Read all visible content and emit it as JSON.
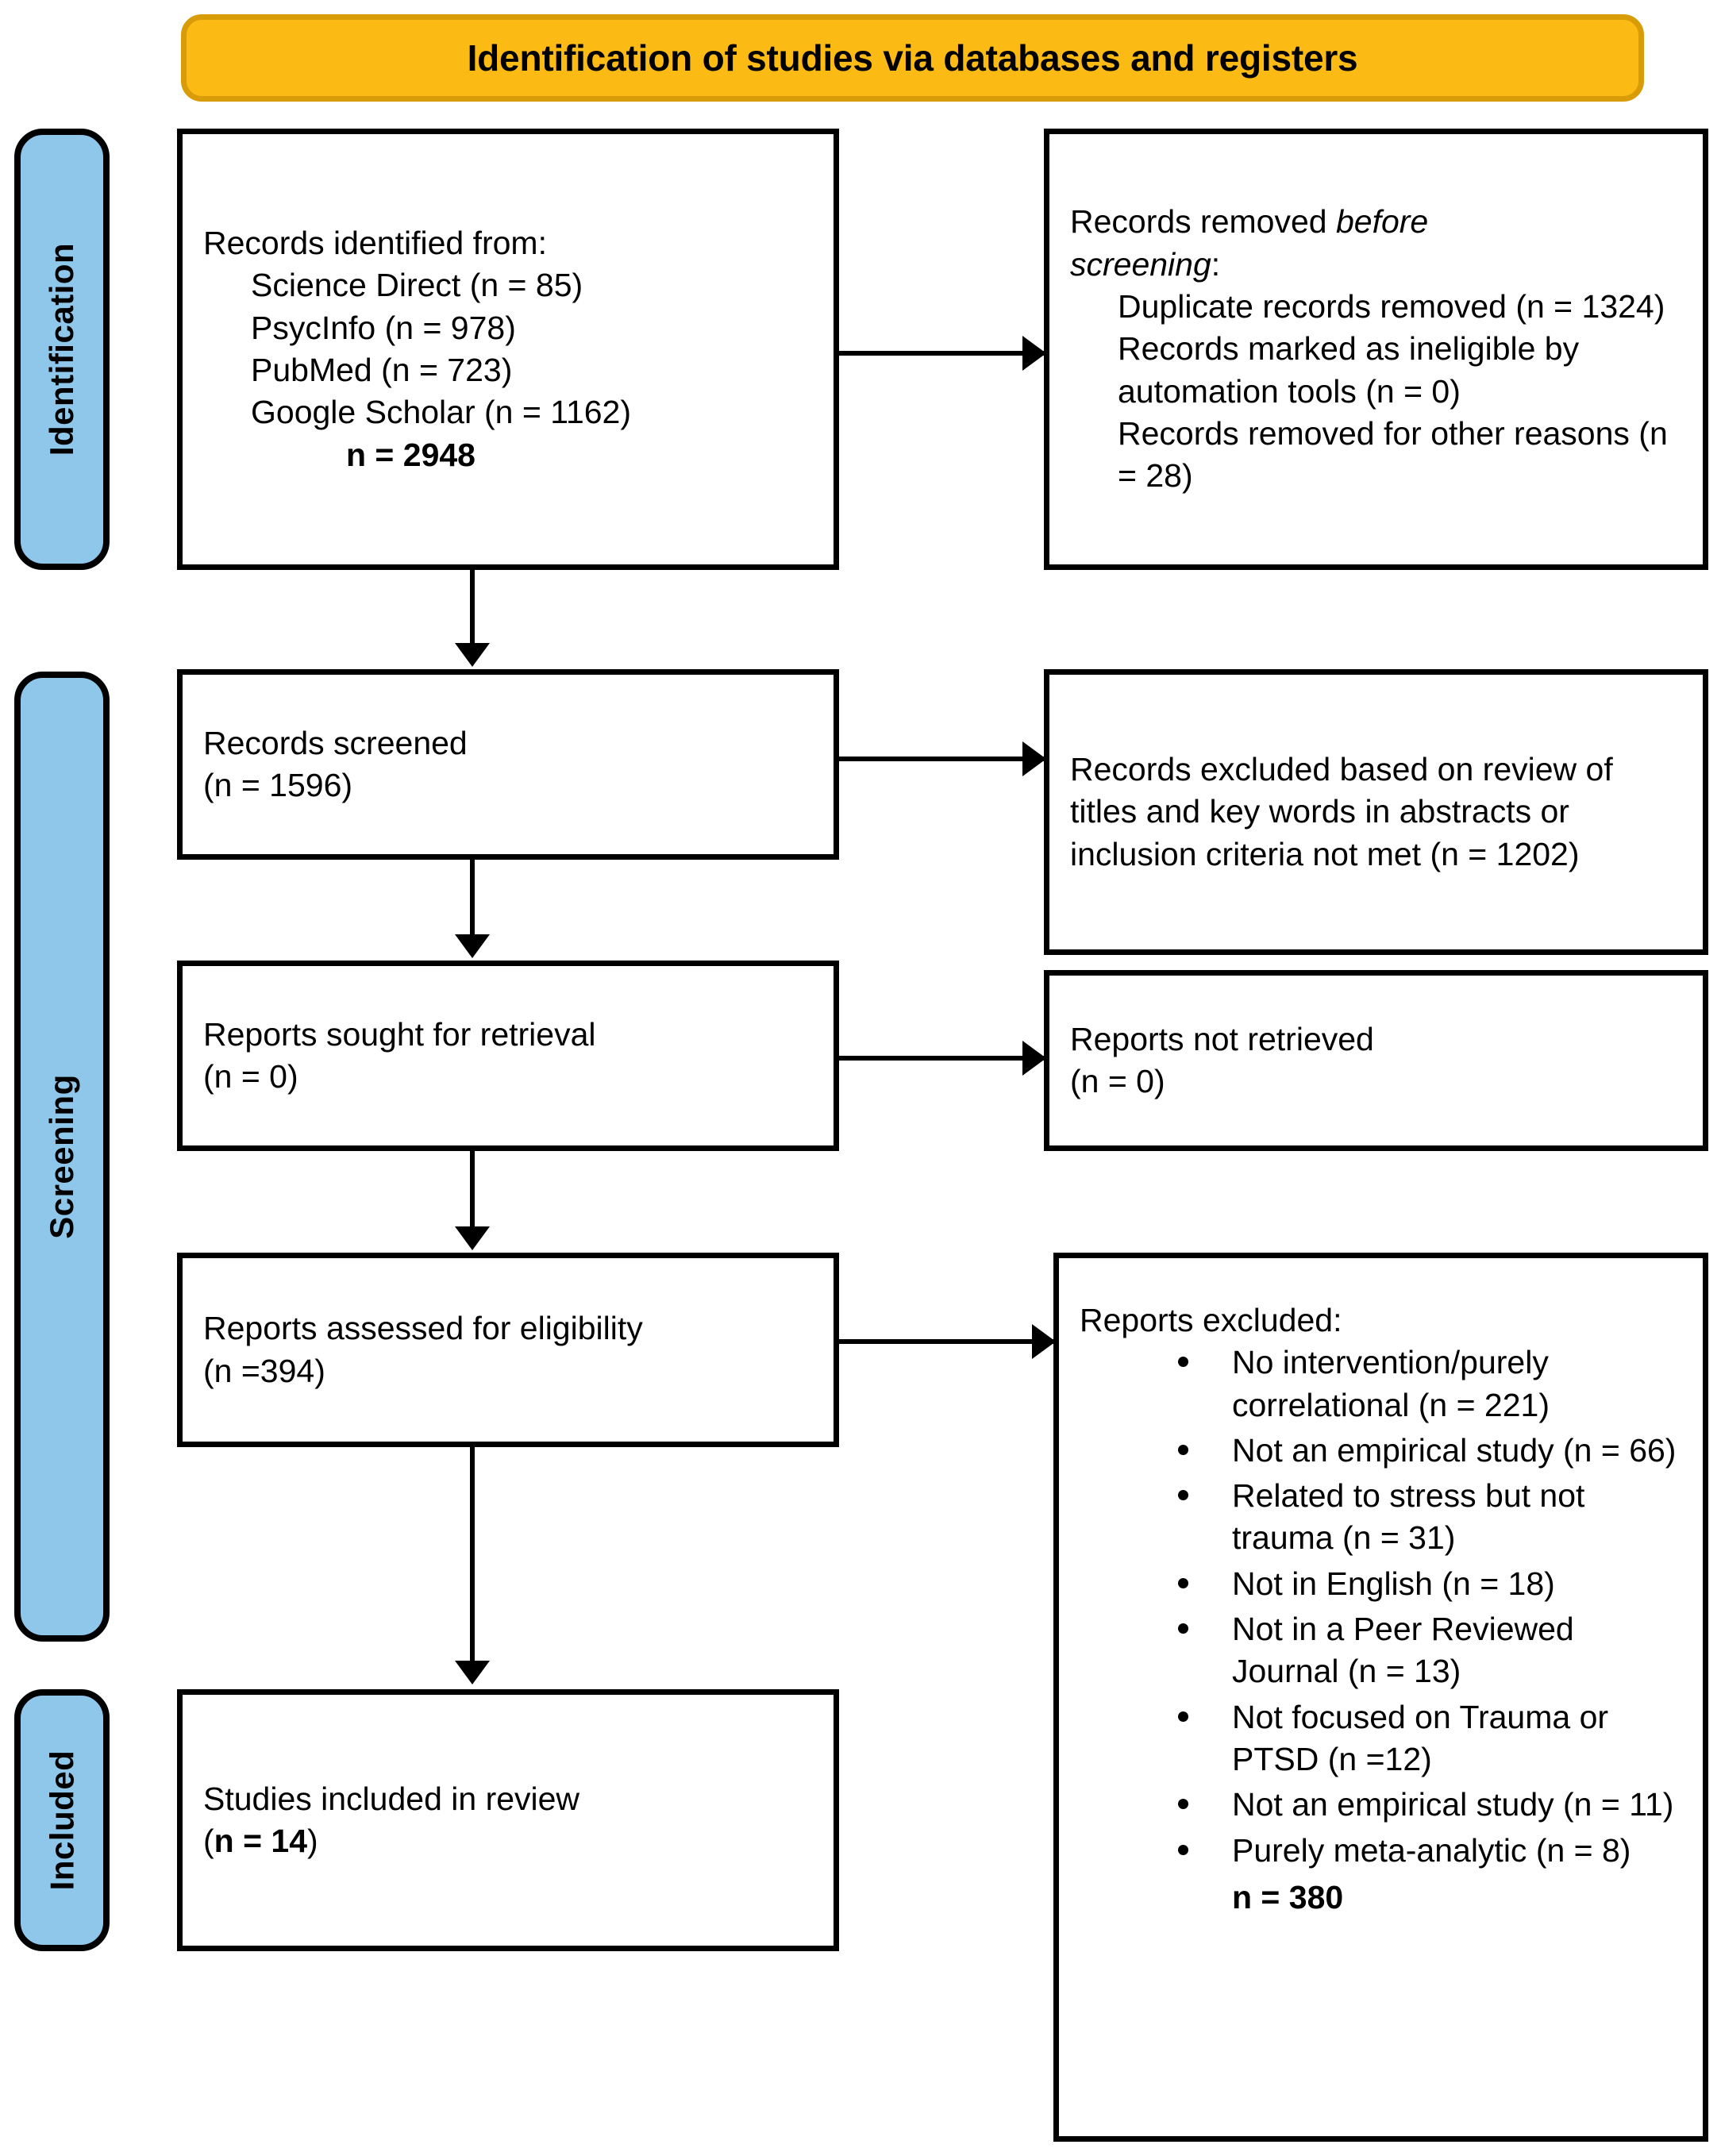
{
  "banner": {
    "title": "Identification of studies via databases and registers"
  },
  "stages": [
    {
      "id": "identification",
      "label": "Identification"
    },
    {
      "id": "screening",
      "label": "Screening"
    },
    {
      "id": "included",
      "label": "Included"
    }
  ],
  "boxes": {
    "records_identified": {
      "heading": "Records identified from:",
      "sources": [
        "Science Direct (n = 85)",
        "PsycInfo (n = 978)",
        "PubMed (n = 723)",
        "Google Scholar (n = 1162)"
      ],
      "total": "n = 2948"
    },
    "records_removed": {
      "heading_part1": "Records removed ",
      "heading_italic1": "before",
      "heading_italic2": "screening",
      "heading_part2": ":",
      "items": [
        "Duplicate records removed (n = 1324)",
        "Records marked as ineligible by automation tools (n = 0)",
        "Records removed for other reasons (n = 28)"
      ]
    },
    "records_screened": {
      "line1": "Records screened",
      "line2": "(n = 1596)"
    },
    "records_excluded": {
      "text": "Records excluded based on review of titles and key words in abstracts or inclusion criteria not met (n = 1202)"
    },
    "reports_sought": {
      "line1": "Reports sought for retrieval",
      "line2": "(n = 0)"
    },
    "reports_not_retrieved": {
      "line1": "Reports not retrieved",
      "line2": "(n = 0)"
    },
    "reports_assessed": {
      "line1": "Reports assessed for eligibility",
      "line2": "(n =394)"
    },
    "reports_excluded": {
      "heading": "Reports excluded:",
      "reasons": [
        "No intervention/purely correlational (n = 221)",
        "Not an empirical study (n = 66)",
        "Related to stress but not trauma (n = 31)",
        "Not in English (n = 18)",
        "Not in a Peer Reviewed Journal (n = 13)",
        "Not focused on Trauma or PTSD (n =12)",
        "Not an empirical study (n = 11)",
        "Purely meta-analytic (n = 8)"
      ],
      "total": "n = 380"
    },
    "studies_included": {
      "line1": "Studies included in review",
      "paren_open": "(",
      "count": "n = 14",
      "paren_close": ")"
    }
  },
  "colors": {
    "banner_fill": "#FCBA14",
    "banner_border": "#D99C09",
    "stage_pill_fill": "#8FC7EA",
    "box_border": "#000000",
    "text": "#000000"
  }
}
